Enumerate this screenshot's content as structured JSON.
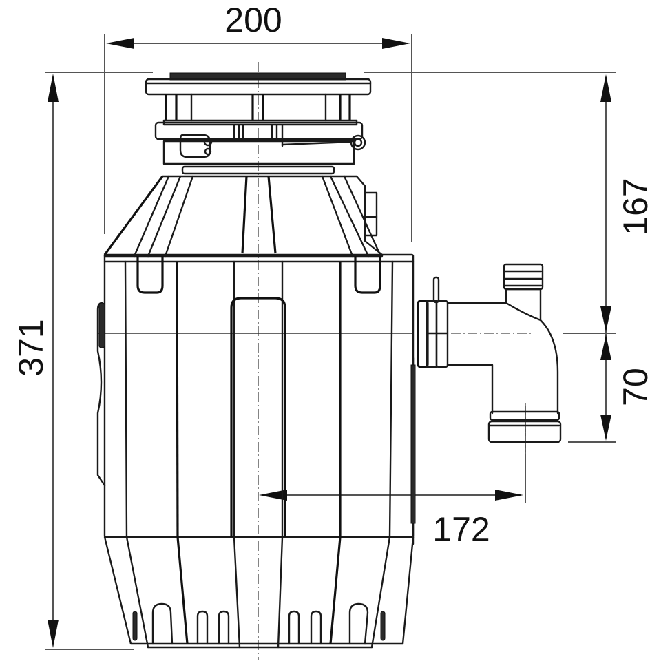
{
  "diagram": {
    "subject": "Food waste disposer side elevation",
    "units": "mm",
    "dimensions": {
      "top_width": {
        "label": "200",
        "value": 200,
        "orientation": "horizontal"
      },
      "total_height": {
        "label": "371",
        "value": 371,
        "orientation": "vertical"
      },
      "flange_to_outlet_center": {
        "label": "167",
        "value": 167,
        "orientation": "vertical"
      },
      "outlet_center_to_drain": {
        "label": "70",
        "value": 70,
        "orientation": "vertical"
      },
      "center_to_drain_offset": {
        "label": "172",
        "value": 172,
        "orientation": "horizontal"
      }
    },
    "colors": {
      "line": "#1a1a1a",
      "dimension_line": "#555555",
      "background": "#ffffff"
    }
  }
}
